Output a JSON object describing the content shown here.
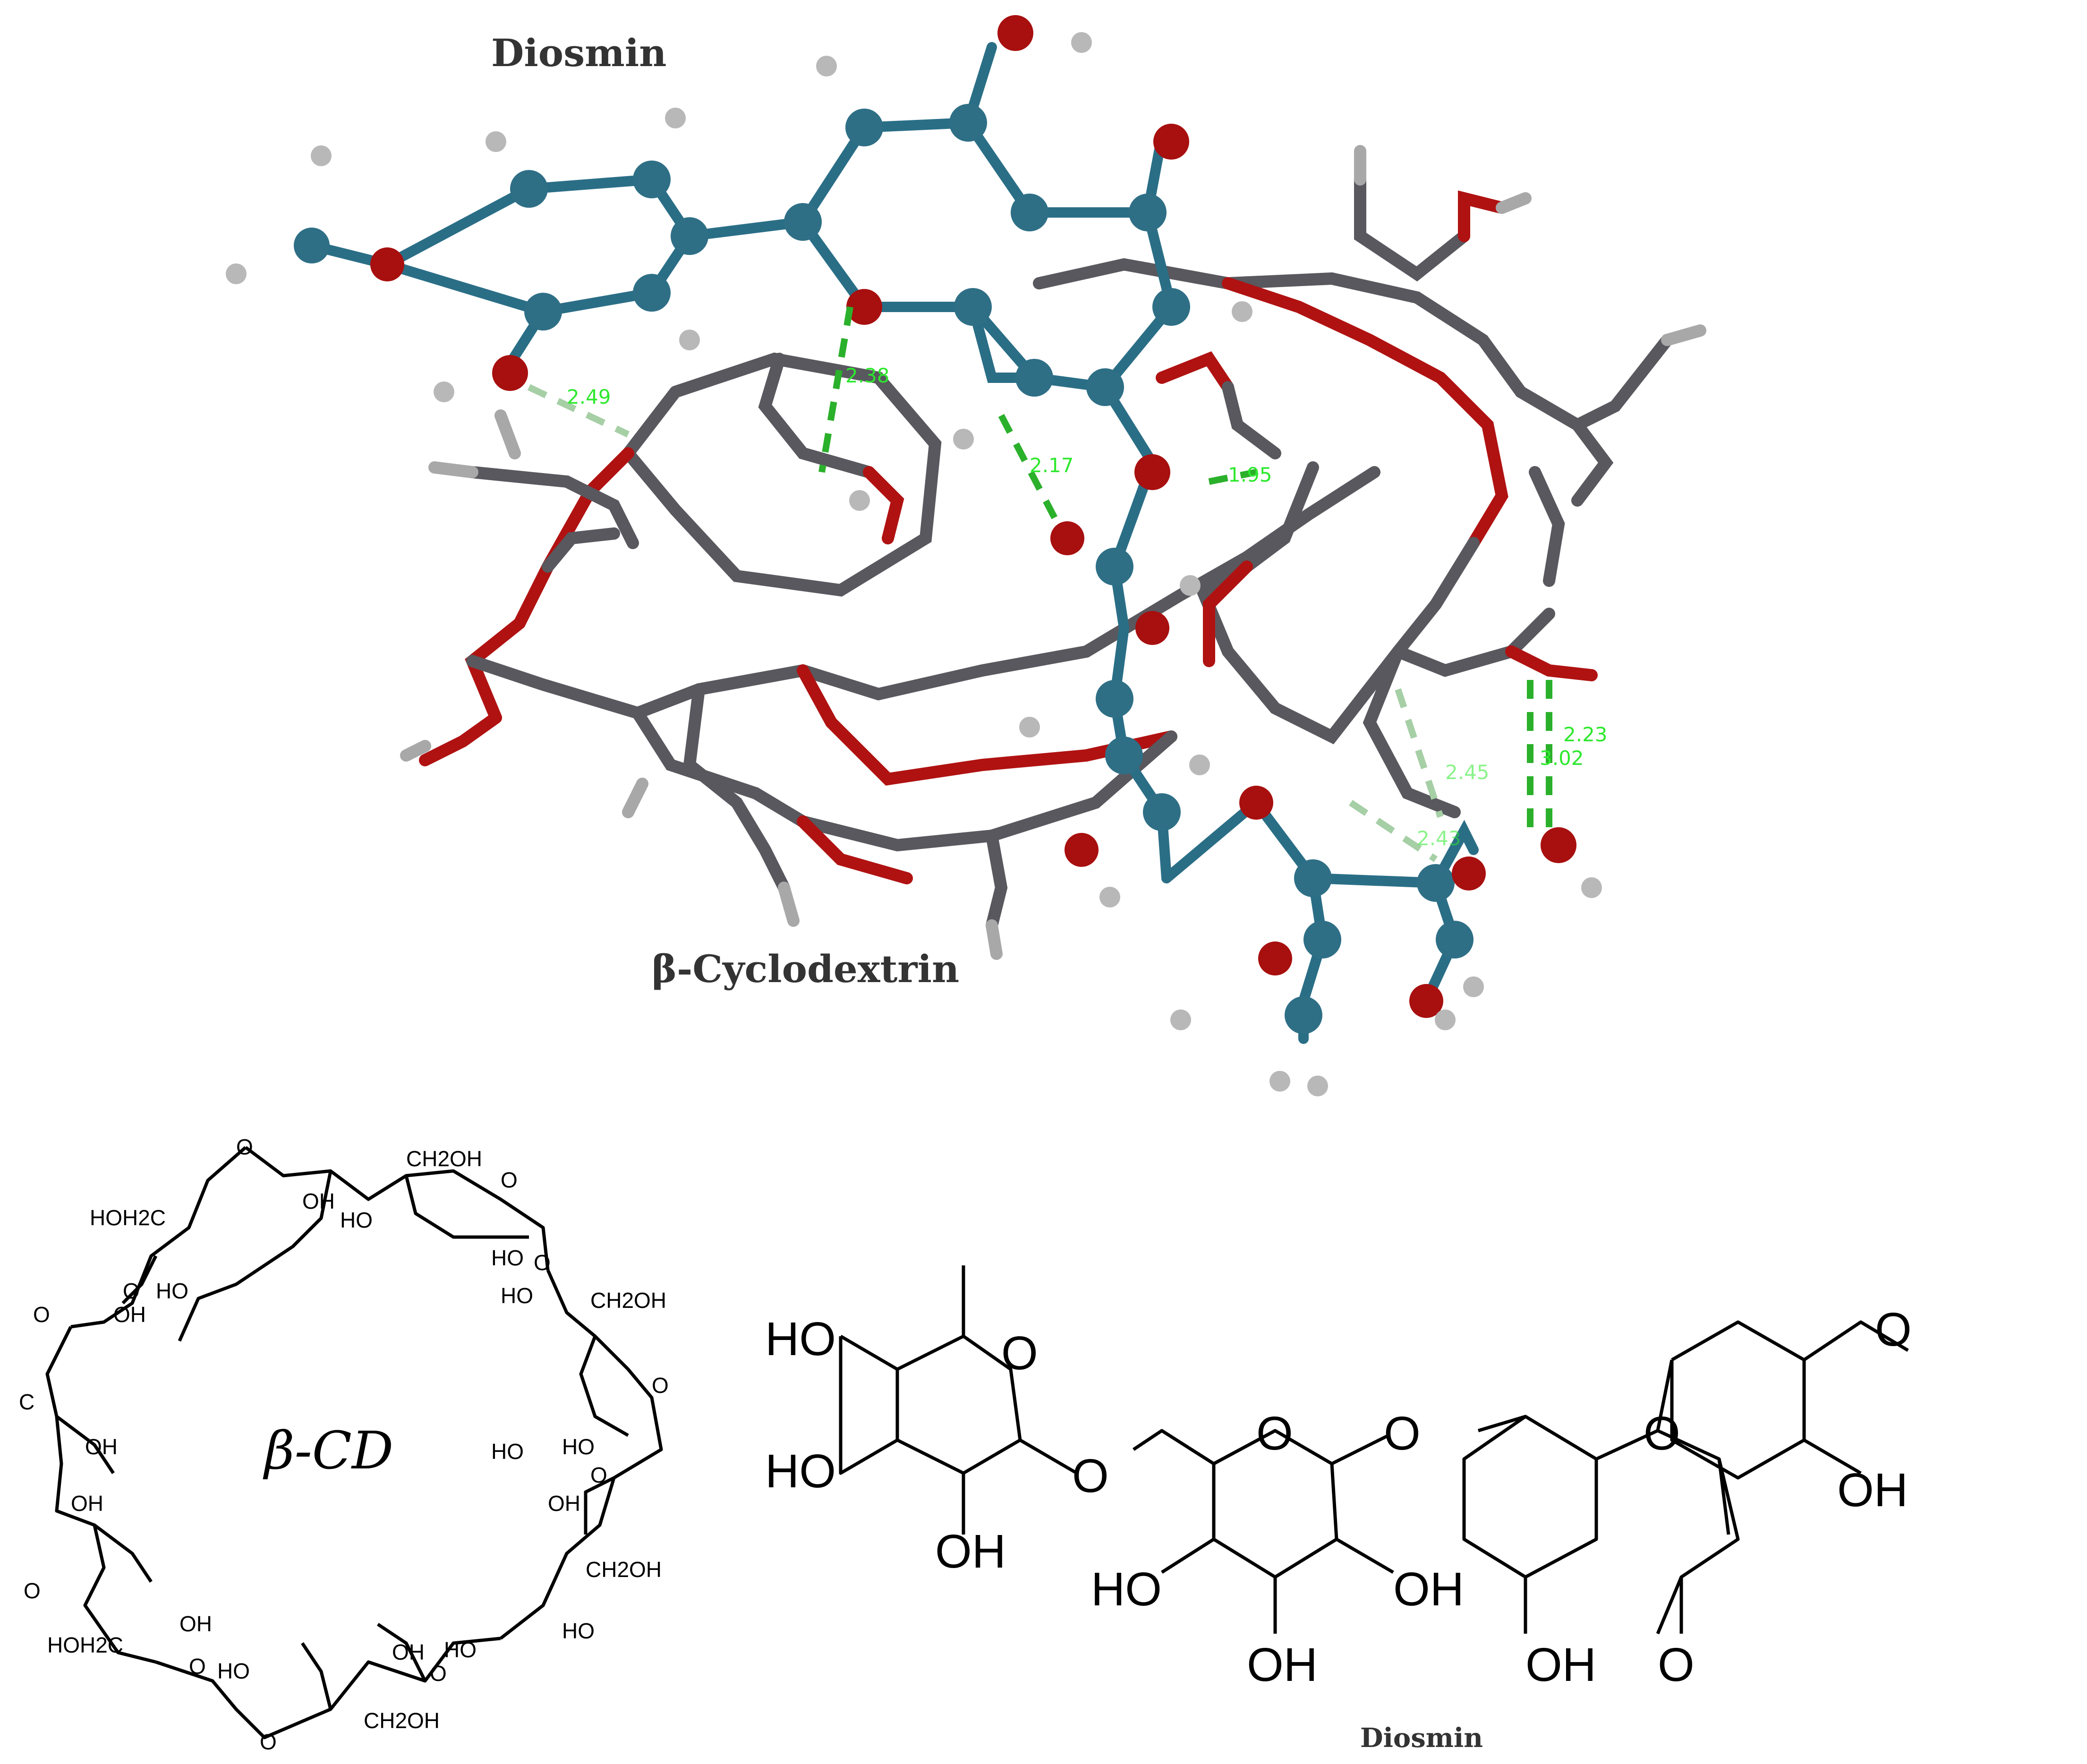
{
  "top_panel": {
    "diosmin_label": "Diosmin",
    "cyclodextrin_label": "β-Cyclodextrin",
    "distances": [
      "2.49",
      "2.38",
      "2.17",
      "1.95",
      "2.23",
      "3.02",
      "2.45",
      "2.43"
    ]
  },
  "bd_panel": {
    "center_label": "β-CD",
    "labels": [
      "O",
      "CH2OH",
      "OH",
      "HO",
      "HOH2C",
      "HO",
      "O",
      "OH",
      "O",
      "HO",
      "CH2OH",
      "O",
      "C",
      "OH",
      "HO",
      "O",
      "O",
      "OH",
      "HO",
      "O",
      "OH",
      "CH2OH",
      "HOH2C",
      "OH",
      "O",
      "HO",
      "HO",
      "OH",
      "CH2OH",
      "O",
      "O",
      "O",
      "HO",
      "HO"
    ]
  },
  "diosmin_panel": {
    "caption": "Diosmin",
    "labels": {
      "ho_top": "HO",
      "o_ring1": "O",
      "ho_mid": "HO",
      "oh_bottom1": "OH",
      "o_link": "O",
      "o_ring2": "O",
      "o_glyc": "O",
      "ho_ring2": "HO",
      "oh_ring2": "OH",
      "oh_ring2_bottom": "OH",
      "o_chromone": "O",
      "oh_5": "OH",
      "o_4": "O",
      "o_methoxy": "O",
      "oh_3p": "OH"
    }
  }
}
